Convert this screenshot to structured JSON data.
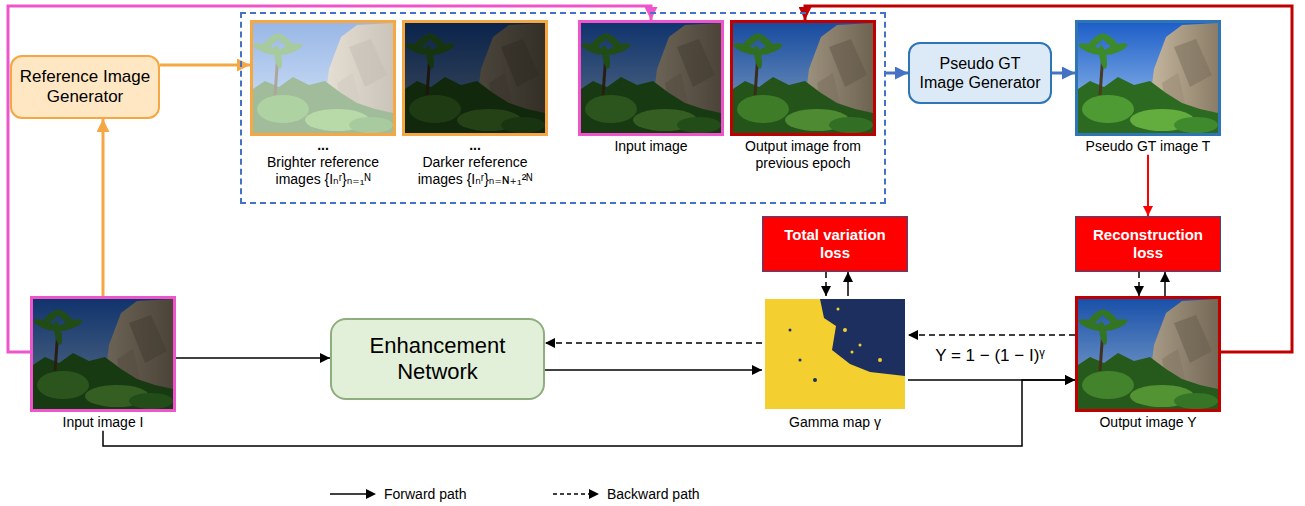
{
  "diagram": {
    "nodes": [
      {
        "text": [
          "Reference Image Generator"
        ]
      },
      {
        "text": []
      },
      {
        "text": [
          "...",
          "Brighter reference images {Iₙʳ}ₙ₌₁ᴺ"
        ],
        "in": 1
      },
      {
        "text": [
          "...",
          "Darker reference images {Iₙʳ}ₙ₌ɴ₊₁²ᴺ"
        ],
        "in": 1
      },
      {
        "text": [
          "Input image"
        ],
        "in": 1
      },
      {
        "text": [
          "Output image from previous epoch"
        ],
        "in": 1
      },
      {
        "text": [
          "Pseudo GT Image Generator"
        ]
      },
      {
        "text": [
          "Pseudo GT image T"
        ]
      },
      {
        "text": [
          "Total variation loss"
        ]
      },
      {
        "text": [
          "Reconstruction loss"
        ]
      },
      {
        "text": [
          "Input image I"
        ]
      },
      {
        "text": [
          "Enhancement Network"
        ]
      },
      {
        "text": [
          "Gamma map γ"
        ]
      },
      {
        "text": [
          "Output image Y"
        ]
      }
    ],
    "edges": [
      {
        "from": 10,
        "to": 0,
        "arrow": "to"
      },
      {
        "from": 0,
        "to": 2,
        "arrow": "to"
      },
      {
        "from": 10,
        "to": 4,
        "arrow": "to"
      },
      {
        "from": 13,
        "to": 5,
        "arrow": "to"
      },
      {
        "from": 1,
        "to": 6,
        "arrow": "to"
      },
      {
        "from": 6,
        "to": 7,
        "arrow": "to"
      },
      {
        "from": 7,
        "to": 9,
        "arrow": "to"
      },
      {
        "from": 10,
        "to": 11,
        "arrow": "to"
      },
      {
        "from": 11,
        "to": 12,
        "arrow": "to"
      },
      {
        "from": 12,
        "to": 11,
        "arrow": "to"
      },
      {
        "from": 12,
        "to": 8,
        "arrow": "to"
      },
      {
        "from": 8,
        "to": 12,
        "arrow": "to"
      },
      {
        "from": 12,
        "to": 13,
        "arrow": "to"
      },
      {
        "from": 10,
        "to": 13,
        "arrow": "to"
      },
      {
        "from": 13,
        "to": 12,
        "arrow": "to"
      },
      {
        "from": 13,
        "to": 9,
        "arrow": "to"
      },
      {
        "from": 9,
        "to": 13,
        "arrow": "to"
      }
    ],
    "labels": [
      "Y = 1 − (1 − I)ᵞ"
    ],
    "legend": [
      {
        "text": "Forward path"
      },
      {
        "text": "Backward path"
      }
    ]
  }
}
